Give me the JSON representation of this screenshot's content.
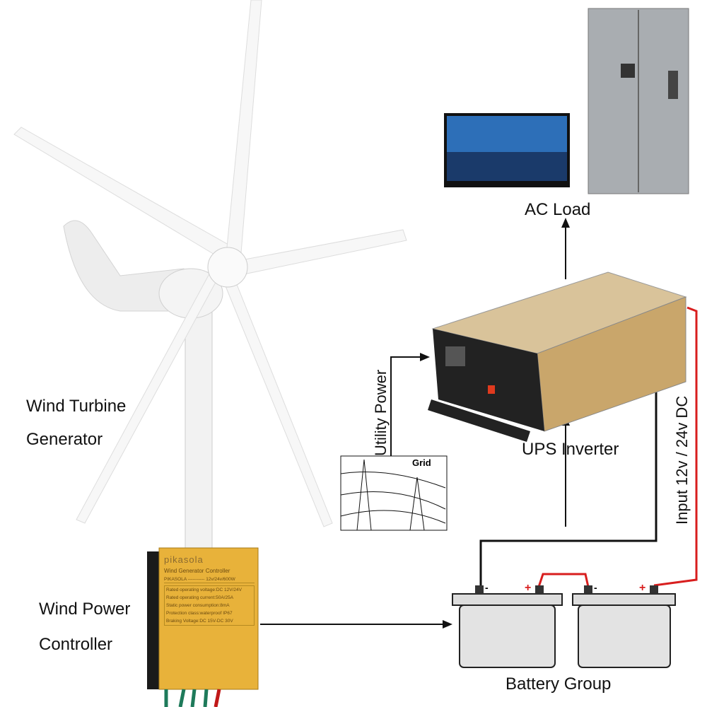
{
  "labels": {
    "wind_turbine": "Wind Turbine",
    "generator": "Generator",
    "wind_power": "Wind Power",
    "controller": "Controller",
    "ac_load": "AC Load",
    "ups_inverter": "UPS Inverter",
    "utility_power": "Utility Power",
    "grid": "Grid",
    "input_dc": "Input 12v / 24v DC",
    "battery_group": "Battery Group"
  },
  "controller_plate": {
    "brand": "pikasola",
    "title": "Wind Generator Controller",
    "model": "PIKASOLA ----------- 12v/24v/600W",
    "specs": [
      "Rated operating voltage:DC 12V/24V",
      "Rated operating current:50A/25A",
      "Static power consumption:8mA",
      "Protection class:waterproof IP67",
      "Braking Voltage:DC 15V-DC 30V"
    ]
  },
  "colors": {
    "wire_positive": "#d81e1e",
    "wire_negative": "#111111",
    "controller_body": "#e8b23a",
    "inverter_body": "#c9a66b"
  }
}
